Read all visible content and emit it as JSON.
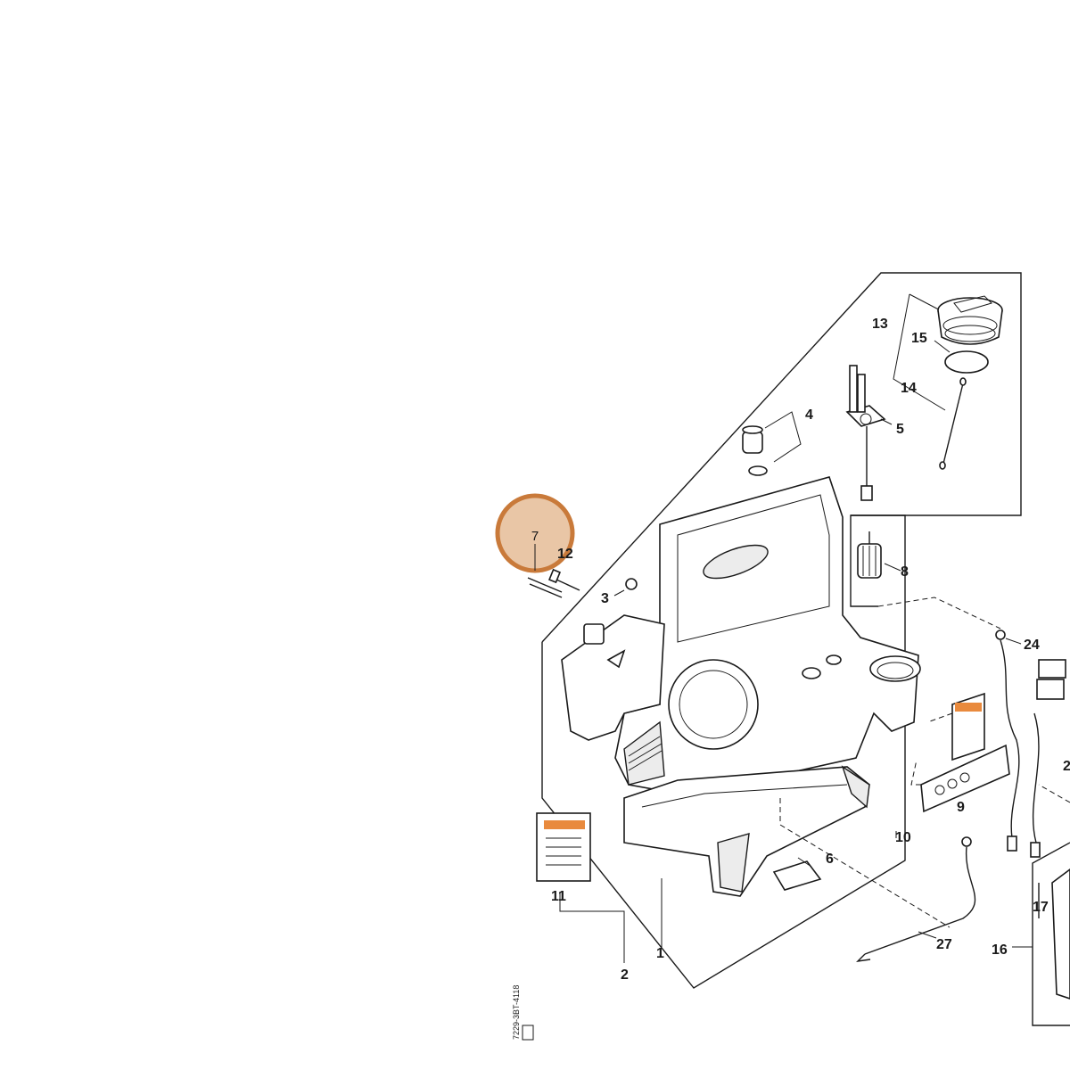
{
  "diagram": {
    "drawing_code": "7229-3BT-4118",
    "highlight": {
      "label": "7",
      "color": "#c97a3a",
      "fill": "#e9c6a6"
    },
    "callouts": [
      {
        "id": "c1",
        "label": "1"
      },
      {
        "id": "c2",
        "label": "2"
      },
      {
        "id": "c3",
        "label": "3"
      },
      {
        "id": "c4",
        "label": "4"
      },
      {
        "id": "c5",
        "label": "5"
      },
      {
        "id": "c6",
        "label": "6"
      },
      {
        "id": "c8",
        "label": "8"
      },
      {
        "id": "c9",
        "label": "9"
      },
      {
        "id": "c10",
        "label": "10"
      },
      {
        "id": "c11",
        "label": "11"
      },
      {
        "id": "c12",
        "label": "12"
      },
      {
        "id": "c13",
        "label": "13"
      },
      {
        "id": "c14",
        "label": "14"
      },
      {
        "id": "c15",
        "label": "15"
      },
      {
        "id": "c16",
        "label": "16"
      },
      {
        "id": "c17",
        "label": "17"
      },
      {
        "id": "c24",
        "label": "24"
      },
      {
        "id": "c25",
        "label": "2"
      },
      {
        "id": "c27",
        "label": "27"
      }
    ]
  }
}
